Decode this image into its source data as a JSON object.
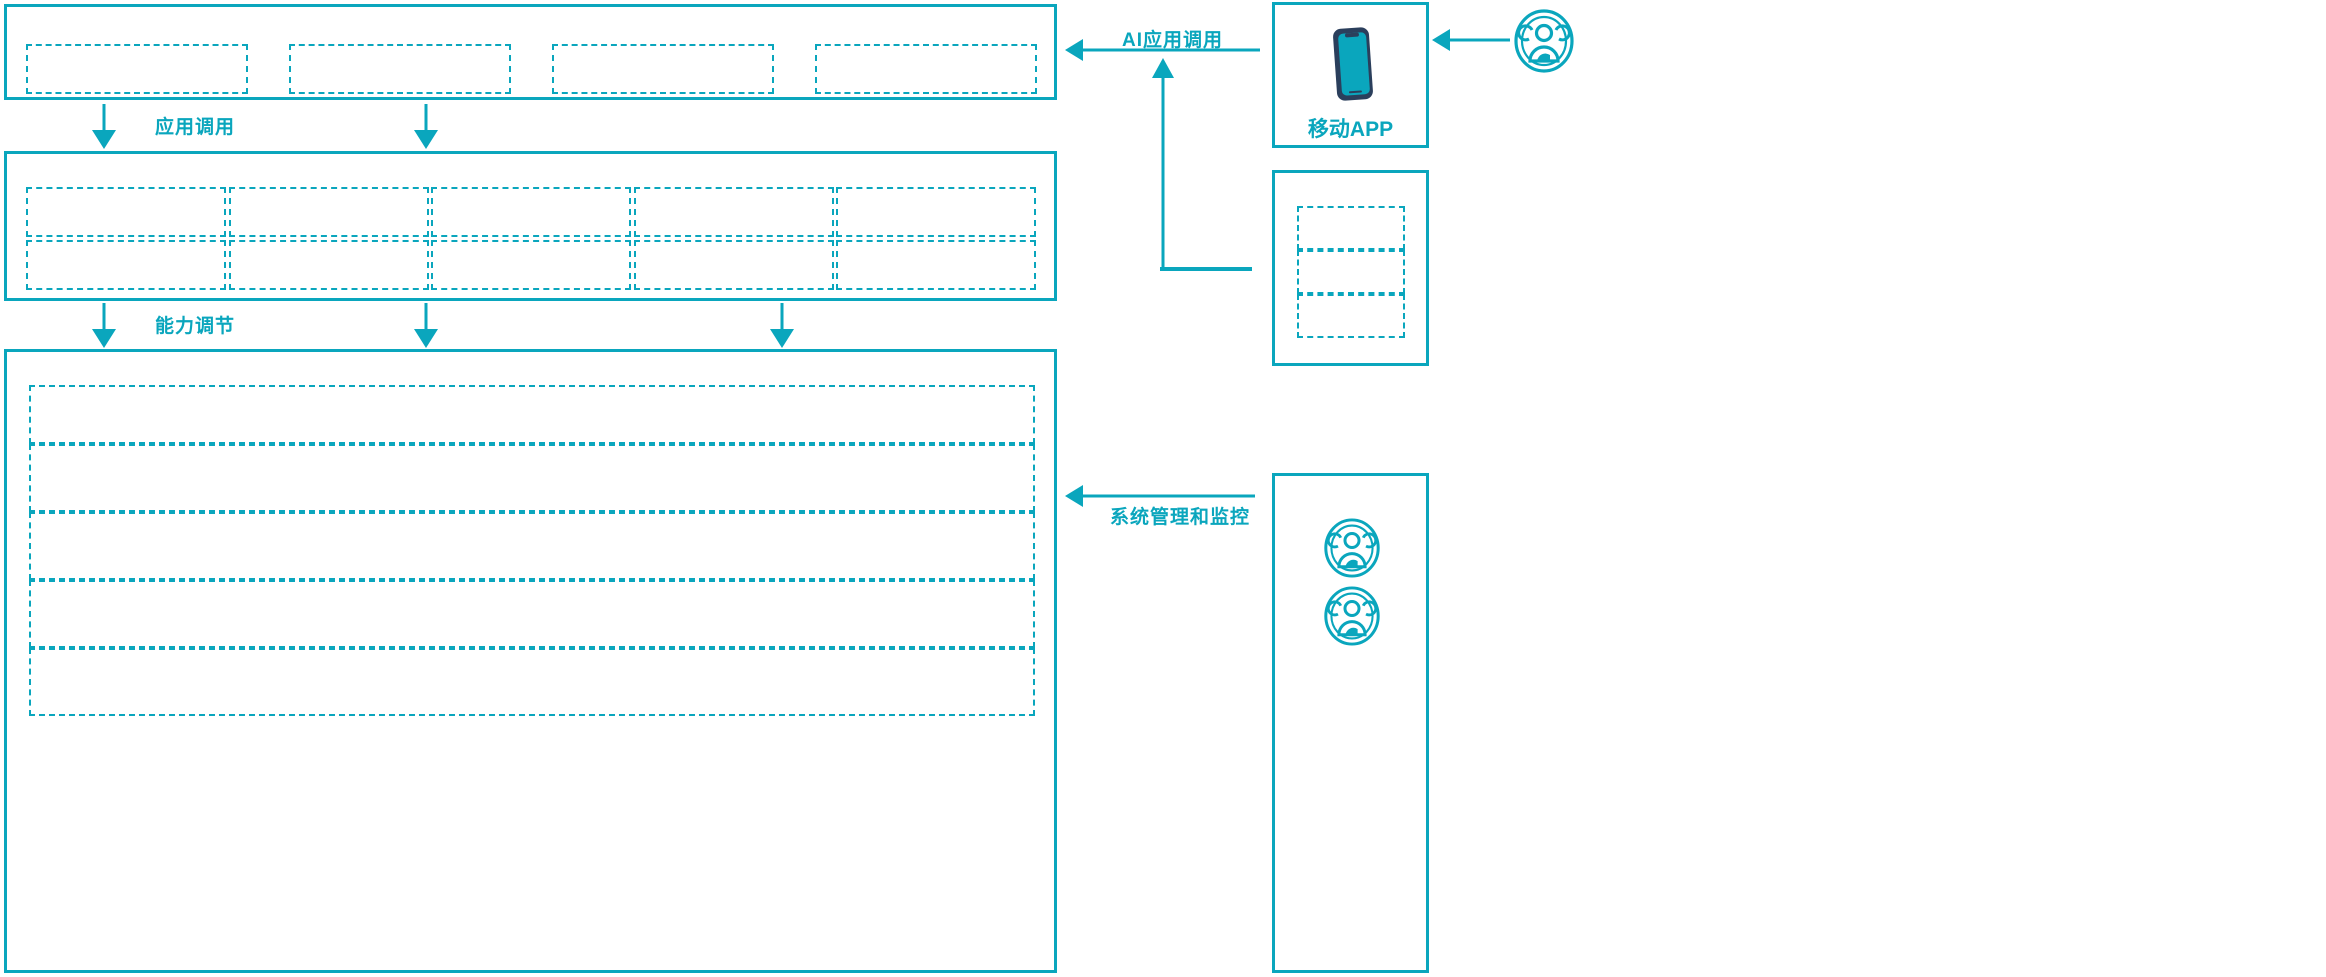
{
  "theme": {
    "accent": "#0aa6bd",
    "accent_dark": "#2b3f5c",
    "background": "#ffffff"
  },
  "diagram": {
    "type": "layered-architecture",
    "orientation": "left-stack-with-right-actors",
    "layers": [
      {
        "id": "application-layer",
        "name": "application-layer",
        "rows": 1,
        "columns": 4,
        "cells": [
          {
            "id": "app-cell-1",
            "label": ""
          },
          {
            "id": "app-cell-2",
            "label": ""
          },
          {
            "id": "app-cell-3",
            "label": ""
          },
          {
            "id": "app-cell-4",
            "label": ""
          }
        ]
      },
      {
        "id": "capability-layer",
        "name": "capability-layer",
        "rows": 2,
        "columns": 5,
        "cells": [
          {
            "id": "cap-cell-r1c1",
            "label": ""
          },
          {
            "id": "cap-cell-r1c2",
            "label": ""
          },
          {
            "id": "cap-cell-r1c3",
            "label": ""
          },
          {
            "id": "cap-cell-r1c4",
            "label": ""
          },
          {
            "id": "cap-cell-r1c5",
            "label": ""
          },
          {
            "id": "cap-cell-r2c1",
            "label": ""
          },
          {
            "id": "cap-cell-r2c2",
            "label": ""
          },
          {
            "id": "cap-cell-r2c3",
            "label": ""
          },
          {
            "id": "cap-cell-r2c4",
            "label": ""
          },
          {
            "id": "cap-cell-r2c5",
            "label": ""
          }
        ]
      },
      {
        "id": "platform-layer",
        "name": "platform-layer",
        "rows": 5,
        "columns": 1,
        "cells": [
          {
            "id": "plat-row-1",
            "label": ""
          },
          {
            "id": "plat-row-2",
            "label": ""
          },
          {
            "id": "plat-row-3",
            "label": ""
          },
          {
            "id": "plat-row-4",
            "label": ""
          },
          {
            "id": "plat-row-5",
            "label": ""
          }
        ]
      }
    ],
    "connectors": [
      {
        "id": "conn-app-invoke",
        "label": "应用调用",
        "direction": "down"
      },
      {
        "id": "conn-capability",
        "label": "能力调节",
        "direction": "down"
      },
      {
        "id": "conn-ai-invoke",
        "label": "AI应用调用",
        "direction": "left"
      },
      {
        "id": "conn-sys-monitor",
        "label": "系统管理和监控",
        "direction": "left"
      },
      {
        "id": "conn-user-to-app",
        "label": "",
        "direction": "left"
      },
      {
        "id": "conn-up-riser",
        "label": "",
        "direction": "up"
      }
    ],
    "right_panels": [
      {
        "id": "mobile-app-panel",
        "name": "mobile-app-panel",
        "caption": "移动APP",
        "icon": "smartphone-icon"
      },
      {
        "id": "channel-panel",
        "name": "channel-panel",
        "caption": "",
        "cells": [
          {
            "id": "channel-cell-1",
            "label": ""
          },
          {
            "id": "channel-cell-2",
            "label": ""
          },
          {
            "id": "channel-cell-3",
            "label": ""
          }
        ]
      },
      {
        "id": "operations-panel",
        "name": "operations-panel",
        "caption": "",
        "icons": [
          "users-icon",
          "users-icon"
        ]
      }
    ],
    "actors": [
      {
        "id": "end-user-actor",
        "icon": "users-icon",
        "label": ""
      }
    ]
  }
}
